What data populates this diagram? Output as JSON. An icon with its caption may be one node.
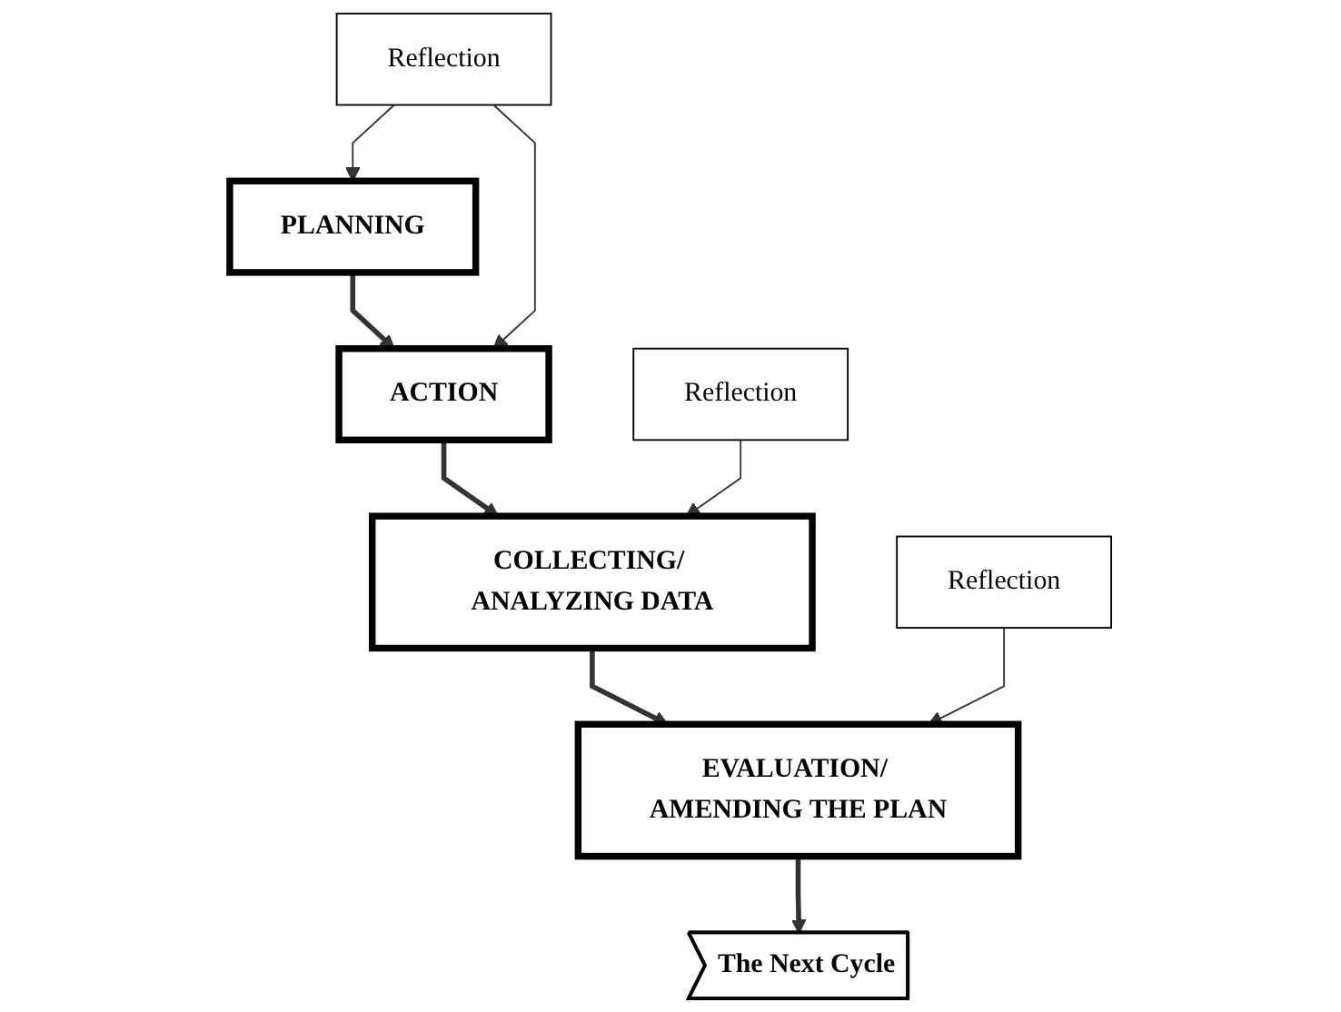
{
  "diagram": {
    "nodes": [
      {
        "text": [
          "PLANNING"
        ]
      },
      {
        "text": [
          "ACTION"
        ]
      },
      {
        "text": [
          "Reflection"
        ]
      },
      {
        "text": [
          "COLLECTING/ ANALYZING DATA"
        ]
      },
      {
        "text": [
          "Reflection"
        ]
      },
      {
        "text": [
          "The Next Cycle"
        ]
      },
      {
        "text": [
          "Reflection"
        ]
      },
      {
        "text": [
          "EVALUATION/ AMENDING THE PLAN"
        ]
      }
    ],
    "edges": [
      {
        "from": 0,
        "to": 1,
        "arrow": "to",
        "style": "thick"
      },
      {
        "from": 2,
        "to": 0,
        "arrow": "to"
      },
      {
        "from": 2,
        "to": 1,
        "arrow": "to"
      },
      {
        "from": 1,
        "to": 3,
        "arrow": "to",
        "style": "thick"
      },
      {
        "from": 4,
        "to": 3,
        "arrow": "to"
      },
      {
        "from": 3,
        "to": 7,
        "arrow": "to",
        "style": "thick"
      },
      {
        "from": 6,
        "to": 7,
        "arrow": "to"
      },
      {
        "from": 7,
        "to": 5,
        "arrow": "to",
        "style": "thick"
      }
    ]
  }
}
